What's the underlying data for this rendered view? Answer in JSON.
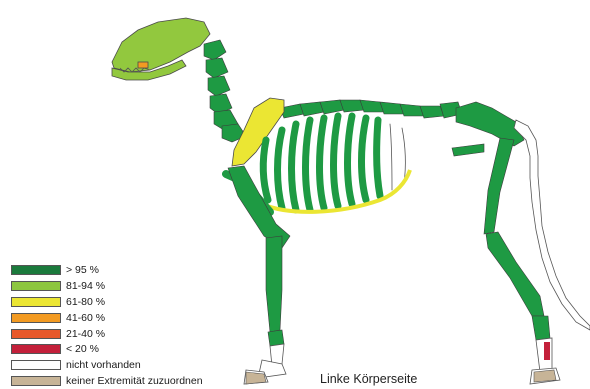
{
  "colors": {
    "over95": "#1e9a43",
    "r81_94": "#92c83e",
    "r61_80": "#ebe633",
    "r41_60": "#f29a22",
    "r21_40": "#e8582a",
    "under20": "#c3203a",
    "absent": "#ffffff",
    "unassigned": "#c7b497",
    "outline": "#555555"
  },
  "legend": [
    {
      "label": "> 95 %",
      "color": "#1b7a3c"
    },
    {
      "label": "81-94 %",
      "color": "#8dc63f"
    },
    {
      "label": "61-80 %",
      "color": "#ebe633"
    },
    {
      "label": "41-60 %",
      "color": "#f29a22"
    },
    {
      "label": "21-40 %",
      "color": "#e8582a"
    },
    {
      "label": "< 20 %",
      "color": "#c3203a"
    },
    {
      "label": "nicht vorhanden",
      "color": "#ffffff"
    },
    {
      "label": "keiner Extremität zuzuordnen",
      "color": "#c7b497"
    }
  ],
  "caption": "Linke Körperseite"
}
